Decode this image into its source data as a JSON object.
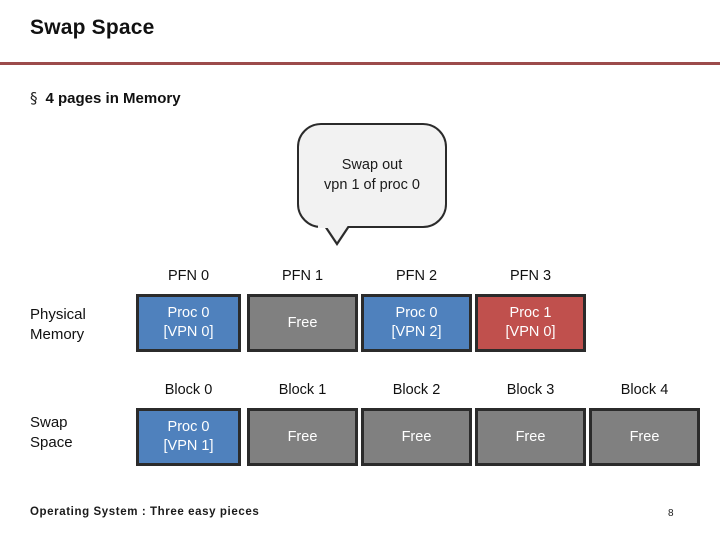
{
  "slide": {
    "title": "Swap Space",
    "bullet_marker": "§",
    "bullet_text": "4 pages in Memory",
    "footer": "Operating System : Three easy pieces",
    "page_number": "8"
  },
  "callout": {
    "line1": "Swap out",
    "line2": "vpn 1 of proc 0"
  },
  "diagram": {
    "physical_memory": {
      "row_label_line1": "Physical",
      "row_label_line2": "Memory",
      "headers": [
        "PFN 0",
        "PFN 1",
        "PFN 2",
        "PFN 3"
      ],
      "cells": [
        {
          "line1": "Proc 0",
          "line2": "[VPN 0]",
          "color": "blue"
        },
        {
          "line1": "Free",
          "line2": "",
          "color": "gray"
        },
        {
          "line1": "Proc 0",
          "line2": "[VPN 2]",
          "color": "blue"
        },
        {
          "line1": "Proc 1",
          "line2": "[VPN 0]",
          "color": "red"
        }
      ]
    },
    "swap_space": {
      "row_label_line1": "Swap",
      "row_label_line2": "Space",
      "headers": [
        "Block 0",
        "Block 1",
        "Block 2",
        "Block 3",
        "Block 4"
      ],
      "cells": [
        {
          "line1": "Proc 0",
          "line2": "[VPN 1]",
          "color": "blue"
        },
        {
          "line1": "Free",
          "line2": "",
          "color": "gray"
        },
        {
          "line1": "Free",
          "line2": "",
          "color": "gray"
        },
        {
          "line1": "Free",
          "line2": "",
          "color": "gray"
        },
        {
          "line1": "Free",
          "line2": "",
          "color": "gray"
        }
      ]
    }
  },
  "colors": {
    "blue": "#4f81bd",
    "red": "#c0504d",
    "gray": "#808080",
    "rule": "#9c4b4b",
    "border": "#2b2b2b"
  }
}
